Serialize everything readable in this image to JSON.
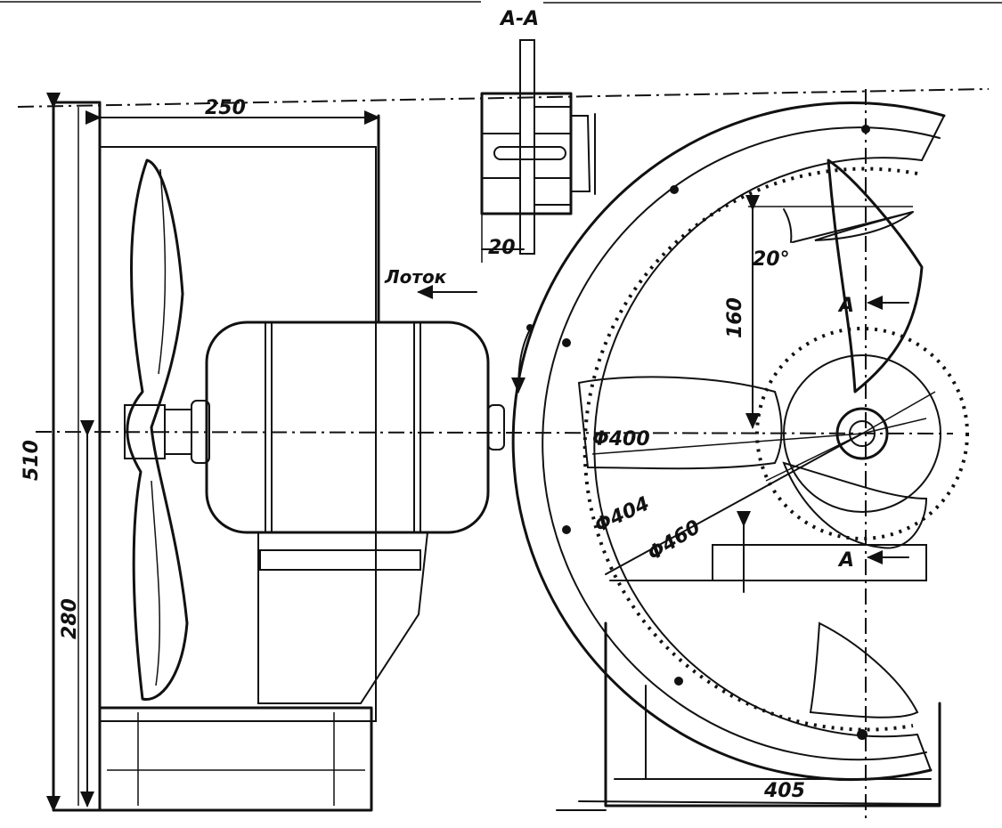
{
  "section_label": "A-A",
  "dims": {
    "width_top": "250",
    "height_total": "510",
    "height_axis": "280",
    "section_width": "20",
    "angle": "20°",
    "blade_height": "160",
    "diam_inner": "Φ400",
    "diam_ring": "Φ404",
    "diam_outer": "Φ460",
    "base_width": "405"
  },
  "labels": {
    "tray": "Лоток",
    "section_mark_top": "A",
    "section_mark_bottom": "A"
  }
}
